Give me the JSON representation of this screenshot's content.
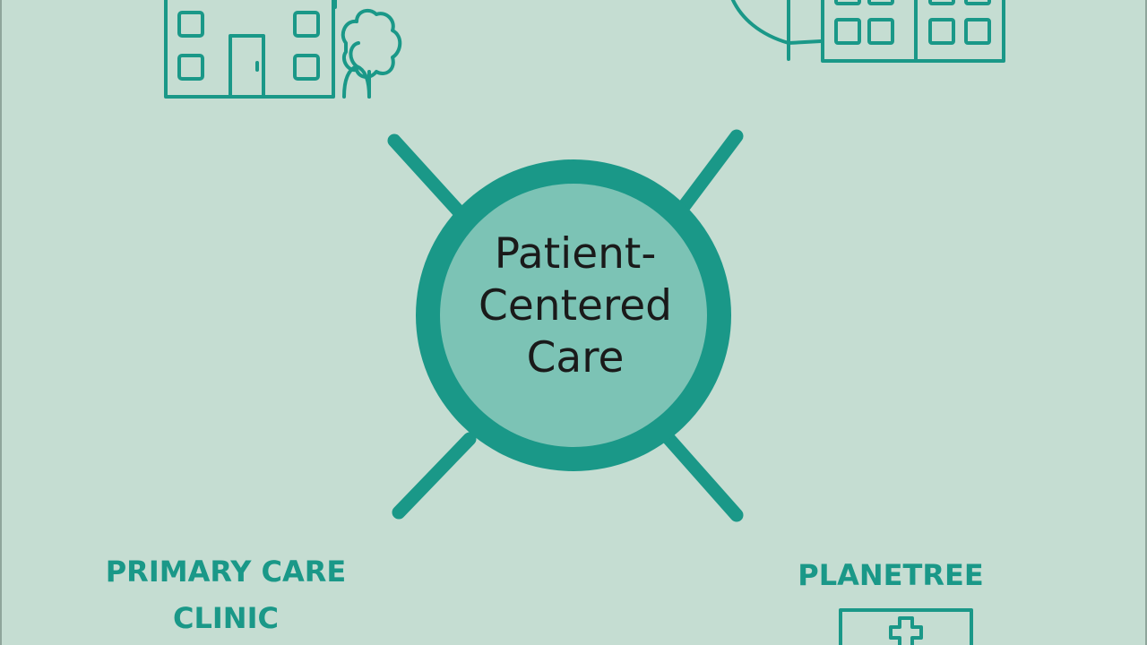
{
  "center": {
    "line1": "Patient-",
    "line2": "Centered",
    "line3": "Care"
  },
  "labels": {
    "primary_line1": "PRIMARY CARE",
    "primary_line2": "CLINIC",
    "planetree": "PLANETREE"
  },
  "colors": {
    "background": "#c5ddd2",
    "accent": "#1a9888",
    "inner_circle": "#7cc3b5",
    "text": "#1a1a1a"
  },
  "icons": {
    "top_left": "clinic-building-with-tree-icon",
    "top_right": "hospital-building-icon",
    "bottom_right": "medical-cross-sign-icon"
  }
}
